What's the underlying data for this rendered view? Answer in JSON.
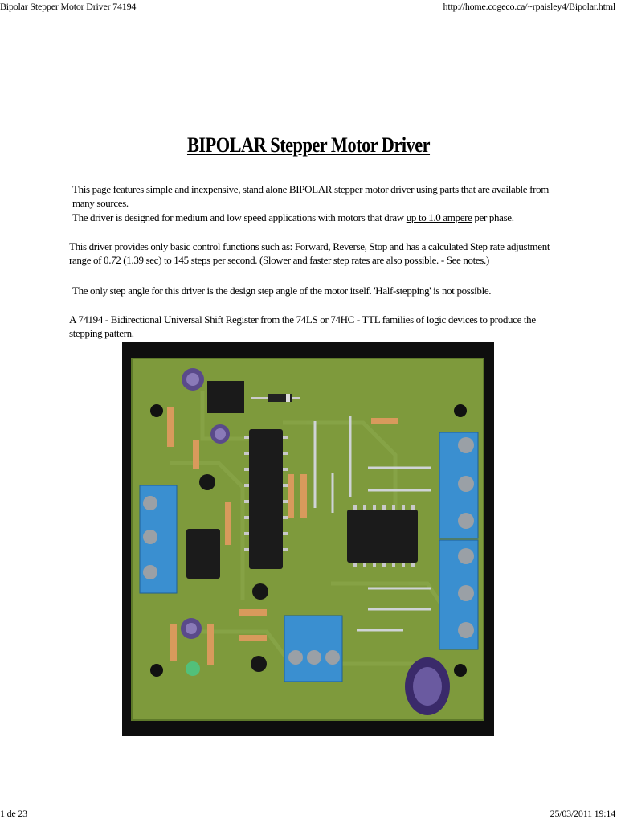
{
  "header": {
    "title": "Bipolar Stepper Motor Driver 74194",
    "url": "http://home.cogeco.ca/~rpaisley4/Bipolar.html"
  },
  "footer": {
    "page": "1 de 23",
    "datetime": "25/03/2011 19:14"
  },
  "page_title": "BIPOLAR Stepper Motor Driver",
  "paragraphs": {
    "p1": "This page features simple and inexpensive, stand alone BIPOLAR stepper motor driver using parts that are available from many sources.",
    "p2_before": "The driver is designed for medium and low speed applications with motors that draw ",
    "p2_link": "up to 1.0 ampere",
    "p2_after": " per phase.",
    "p3": "This driver provides only basic control functions such as: Forward, Reverse, Stop and has a calculated Step rate adjustment range of 0.72 (1.39 sec) to 145 steps per second. (Slower and faster step rates are also possible. - See notes.)",
    "p4": "The only step angle for this driver is the design step angle of the motor itself. 'Half-stepping' is not possible.",
    "p5": "A 74194 - Bidirectional Universal Shift Register from the 74LS or 74HC - TTL families of logic devices to produce the stepping pattern."
  },
  "colors": {
    "pcb": "#7f9a3e",
    "terminal": "#3a8fd0",
    "background_photo": "#111111"
  }
}
